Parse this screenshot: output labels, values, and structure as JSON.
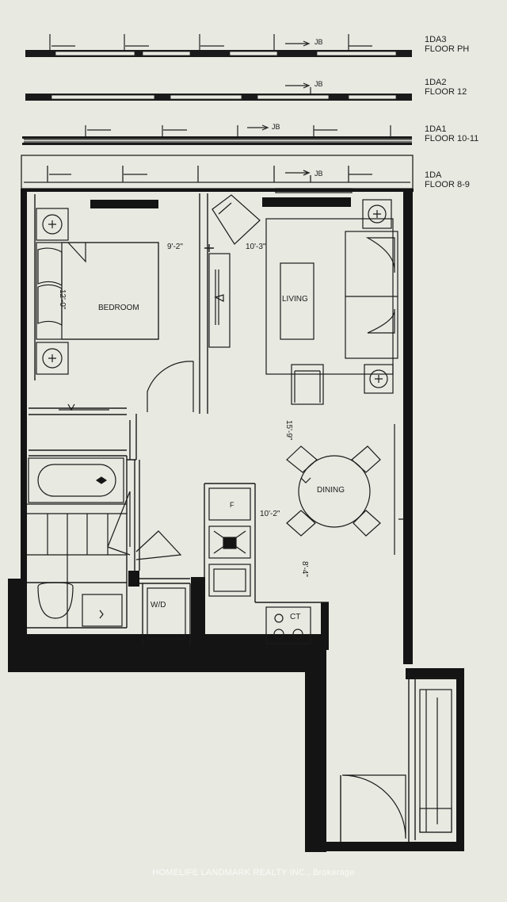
{
  "floor_strips": [
    {
      "code": "1DA3",
      "floor": "FLOOR PH"
    },
    {
      "code": "1DA2",
      "floor": "FLOOR 12"
    },
    {
      "code": "1DA1",
      "floor": "FLOOR 10-11"
    },
    {
      "code": "1DA",
      "floor": "FLOOR 8-9"
    }
  ],
  "jb_label": "JB",
  "rooms": {
    "bedroom": "BEDROOM",
    "living": "LIVING",
    "dining": "DINING",
    "washer_dryer": "W/D",
    "fridge": "F",
    "cooktop": "CT"
  },
  "dimensions": {
    "bedroom_width": "9'-2\"",
    "bedroom_length": "12'-0\"",
    "living_width": "10'-3\"",
    "living_length": "15'-9\"",
    "dining_width": "10'-2\"",
    "dining_length": "8'-4\""
  },
  "watermark": "HOMELIFE LANDMARK REALTY INC., Brokerage"
}
